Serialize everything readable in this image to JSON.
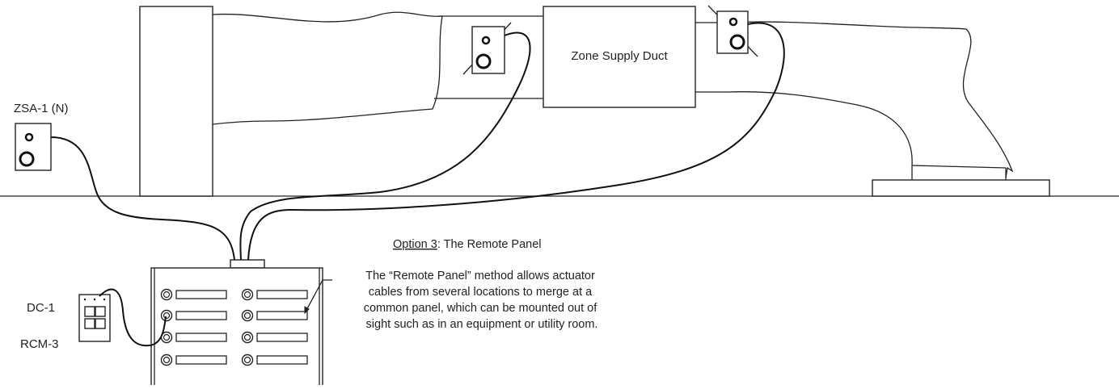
{
  "labels": {
    "zone_supply_duct": "Zone Supply Duct",
    "zsa": "ZSA-1 (N)",
    "dc": "DC-1",
    "rcm": "RCM-3",
    "option_prefix": "Option 3",
    "option_suffix": ": The Remote Panel",
    "description_lines": [
      "The “Remote Panel” method allows actuator",
      "cables from several locations to merge at a",
      "common panel, which can be mounted out of",
      "sight such as in an equipment or utility room."
    ]
  },
  "colors": {
    "line": "#222222",
    "background": "#ffffff"
  },
  "icons": {
    "actuator": "actuator-box-icon",
    "keypad": "keypad-icon",
    "port": "terminal-port-icon"
  }
}
